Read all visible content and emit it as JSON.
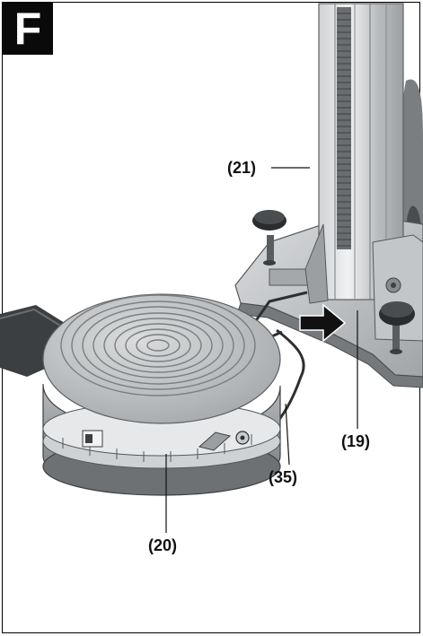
{
  "figure": {
    "label": "F",
    "callouts": {
      "c21": "(21)",
      "c19": "(19)",
      "c35": "(35)",
      "c20": "(20)"
    }
  }
}
